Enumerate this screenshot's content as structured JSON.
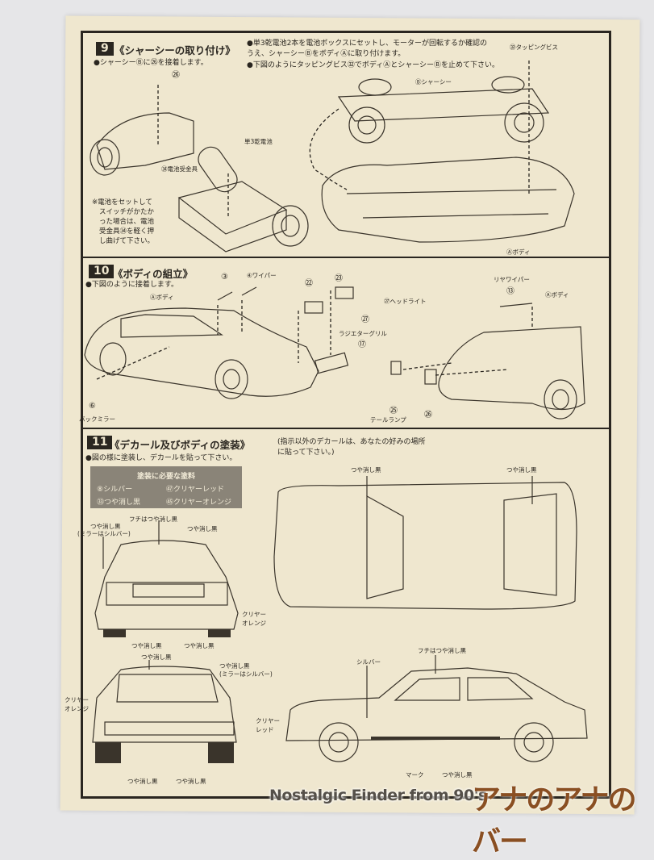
{
  "step9": {
    "number": "9",
    "title": "《シャーシーの取り付け》",
    "note_left": "●シャーシーⒷに㉖を接着します。",
    "note_right_1": "●単3乾電池2本を電池ボックスにセットし、モーターが回転するか確認のうえ、シャーシーⒷをボディⒶに取り付けます。",
    "note_right_2": "●下図のようにタッピングビス㉜でボディⒶとシャーシーⒷを止めて下さい。",
    "labels": {
      "part26": "㉖",
      "tapping_screw": "㉜タッピングビス",
      "chassis": "Ⓑシャーシー",
      "battery": "単3乾電池",
      "battery_holder": "㉞電池受金具",
      "body": "Ⓐボディ"
    },
    "caution": [
      "※電池をセットして",
      "スイッチがかたか",
      "った場合は、電池",
      "受金具㉞を軽く押",
      "し曲げて下さい。"
    ]
  },
  "step10": {
    "number": "10",
    "title": "《ボディの組立》",
    "note": "●下図のように接着します。",
    "labels": {
      "body_front": "Ⓐボディ",
      "p3": "③",
      "p4_wiper": "④ワイパー",
      "p22": "㉒",
      "p23": "㉓",
      "p27_headlight": "㉗ヘッドライト",
      "p27": "㉗",
      "radiator_grill": "ラジエターグリル",
      "p17": "⑰",
      "p6": "⑥",
      "back_mirror": "バックミラー",
      "rear_wiper": "リヤワイパー",
      "p13": "⑬",
      "body_rear": "Ⓐボディ",
      "p25": "㉕",
      "tail_lamp": "テールランプ",
      "p26": "㉖"
    }
  },
  "step11": {
    "number": "11",
    "title": "《デカール及びボディの塗装》",
    "note": "●図の様に塗装し、デカールを貼って下さい。",
    "decal_note": [
      "(指示以外のデカールは、あなたの好みの場所",
      "に貼って下さい。)"
    ],
    "paint_box": {
      "title": "塗装に必要な塗料",
      "items": [
        "⑧シルバー",
        "㊼クリヤーレッド",
        "㉝つや消し黒",
        "㊺クリヤーオレンジ"
      ]
    },
    "labels": {
      "top_matte1": "つや消し黒",
      "top_matte2": "つや消し黒",
      "front_edge": "フチはつや消し黒",
      "front_mirror": "つや消し黒",
      "front_mirror_note": "(ミラーはシルバー)",
      "front_matte_right": "つや消し黒",
      "front_clear_orange": "クリヤー\nオレンジ",
      "front_bottom1": "つや消し黒",
      "front_bottom2": "つや消し黒",
      "rear_top": "つや消し黒",
      "rear_mirror": "つや消し黒",
      "rear_mirror_note": "(ミラーはシルバー)",
      "rear_clear_orange": "クリヤー\nオレンジ",
      "rear_clear_red": "クリヤー\nレッド",
      "rear_bottom1": "つや消し黒",
      "rear_bottom2": "つや消し黒",
      "side_silver": "シルバー",
      "side_edge": "フチはつや消し黒",
      "side_mark": "マーク",
      "side_matte": "つや消し黒"
    }
  },
  "watermark": {
    "text": "Nostalgic Finder from 90's",
    "logo": "アナのアナのバー"
  }
}
